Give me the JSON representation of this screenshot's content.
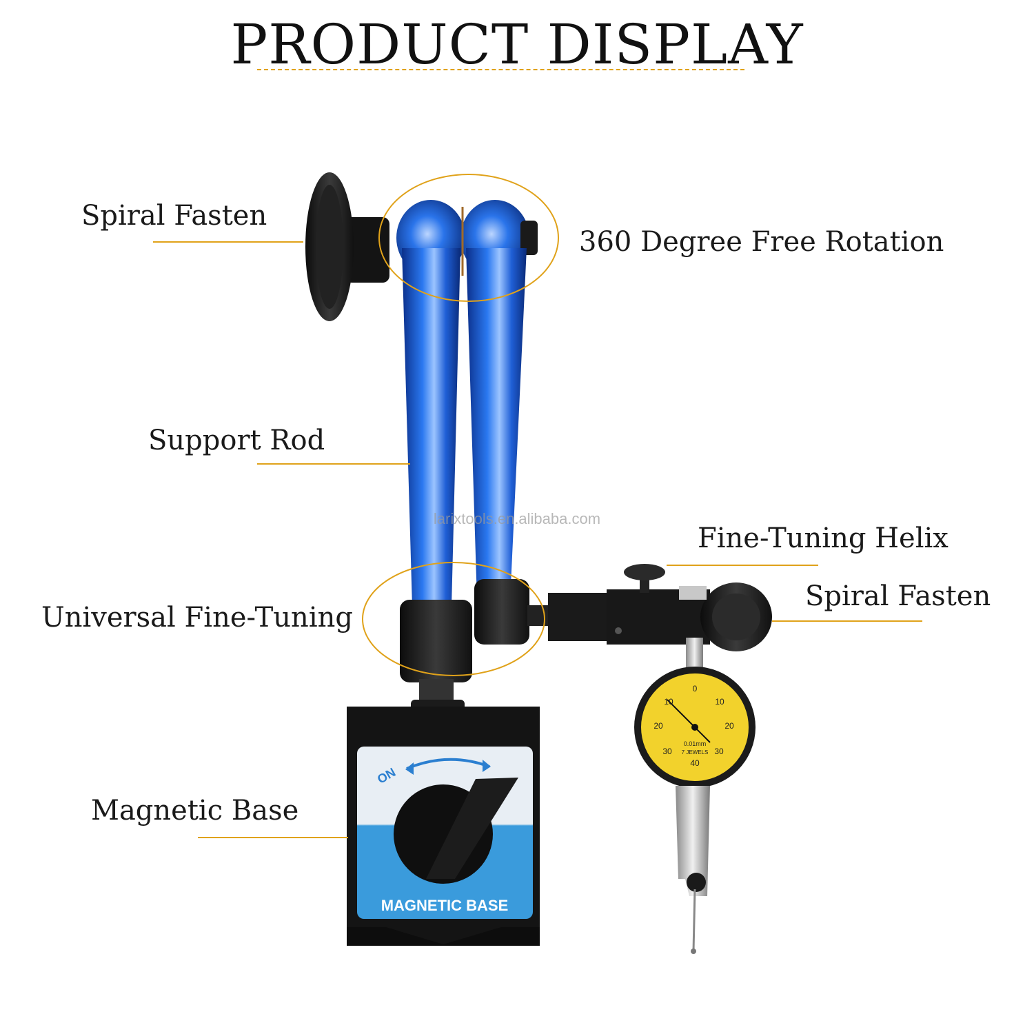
{
  "title": "PRODUCT DISPLAY",
  "labels": {
    "spiral_fasten_left": "Spiral Fasten",
    "rotation": "360 Degree Free Rotation",
    "support_rod": "Support Rod",
    "fine_tuning_helix": "Fine-Tuning Helix",
    "spiral_fasten_right": "Spiral Fasten",
    "universal_fine_tuning": "Universal Fine-Tuning",
    "magnetic_base": "Magnetic Base"
  },
  "product": {
    "base_panel_text": "MAGNETIC BASE",
    "switch_on_text": "ON",
    "dial_numbers_top": [
      "0",
      "10",
      "10"
    ],
    "dial_numbers_mid": [
      "20",
      "20"
    ],
    "dial_numbers_bottom": [
      "30",
      "30"
    ],
    "dial_number_low": "40",
    "dial_spec": "0.01mm",
    "dial_jewels": "7 JEWELS"
  },
  "watermark": "larixtools.en.alibaba.com",
  "colors": {
    "accent": "#e0a21a",
    "rod_blue": "#1f5fd6",
    "base_blue": "#3a9bdc",
    "dial_yellow": "#f2d22c"
  }
}
